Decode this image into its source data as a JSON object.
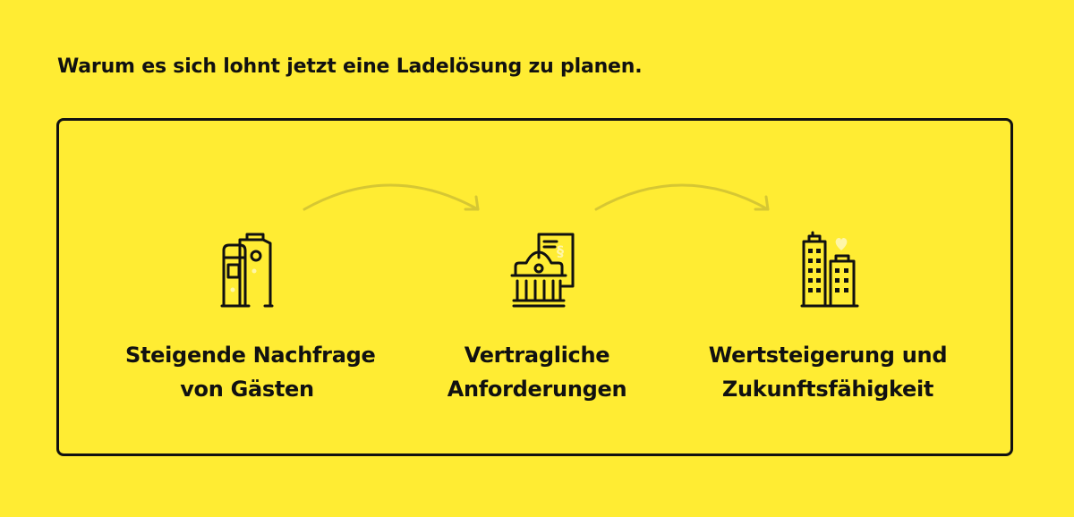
{
  "headline": "Warum es sich lohnt jetzt eine Ladelösung zu planen.",
  "colors": {
    "background": "#FFEC33",
    "ink": "#111111",
    "arrow": "#D6C733",
    "accent_light": "#FFF6A8"
  },
  "steps": [
    {
      "icon": "hotel-charging-icon",
      "label_lines": [
        "Steigende Nachfrage",
        "von Gästen"
      ]
    },
    {
      "icon": "building-contract-icon",
      "label_lines": [
        "Vertragliche",
        "Anforderungen"
      ]
    },
    {
      "icon": "city-buildings-heart-icon",
      "label_lines": [
        "Wertsteigerung und",
        "Zukunftsfähigkeit"
      ]
    }
  ]
}
